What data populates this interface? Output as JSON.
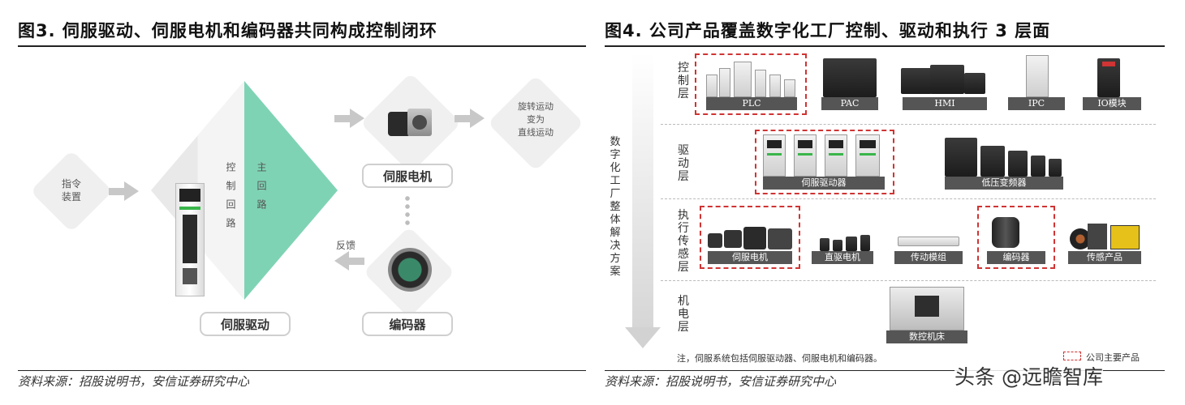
{
  "left": {
    "title": "图3. 伺服驱动、伺服电机和编码器共同构成控制闭环",
    "nodes": {
      "instruction": [
        "指令",
        "装置"
      ],
      "rotation": [
        "旋转运动",
        "变为",
        "直线运动"
      ],
      "control_loop": "控制回路",
      "main_loop": "主回路",
      "feedback": "反馈"
    },
    "labels": {
      "servo_motor": "伺服电机",
      "servo_drive": "伺服驱动",
      "encoder": "编码器"
    },
    "source": "资料来源：招股说明书，安信证券研究中心"
  },
  "right": {
    "title": "图4. 公司产品覆盖数字化工厂控制、驱动和执行 3 层面",
    "side_label": "数字化工厂整体解决方案",
    "layers": [
      {
        "name": "控制层",
        "products": [
          "PLC",
          "PAC",
          "HMI",
          "IPC",
          "IO模块"
        ]
      },
      {
        "name": "驱动层",
        "products": [
          "伺服驱动器",
          "低压变频器"
        ]
      },
      {
        "name": "执行传感层",
        "products": [
          "伺服电机",
          "直驱电机",
          "传动模组",
          "编码器",
          "传感产品"
        ]
      },
      {
        "name": "机电层",
        "products": [
          "数控机床"
        ]
      }
    ],
    "note": "注，伺服系统包括伺服驱动器、伺服电机和编码器。",
    "legend": "公司主要产品",
    "source": "资料来源：招股说明书，安信证券研究中心",
    "watermark": "头条 @远瞻智库"
  },
  "colors": {
    "accent_green": "#7fd3b5",
    "highlight_red": "#d03434"
  }
}
